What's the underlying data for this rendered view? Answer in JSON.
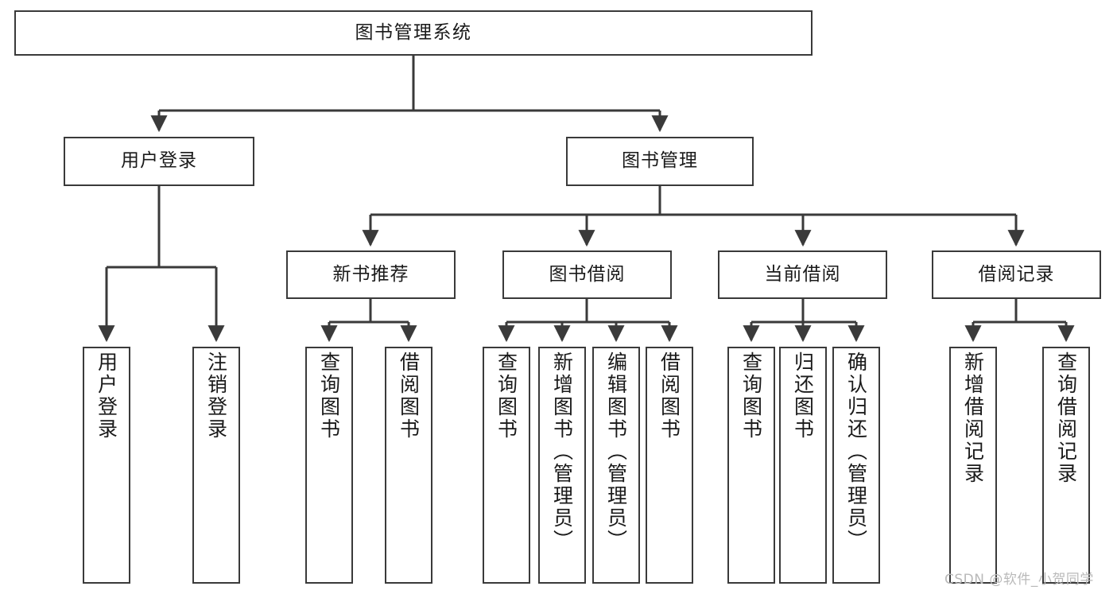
{
  "diagram": {
    "type": "tree-hierarchy",
    "root": {
      "id": "root",
      "label": "图书管理系统"
    },
    "level1": [
      {
        "id": "user-login",
        "label": "用户登录"
      },
      {
        "id": "book-management",
        "label": "图书管理"
      }
    ],
    "level2": [
      {
        "id": "new-book-recommend",
        "label": "新书推荐",
        "parent": "book-management"
      },
      {
        "id": "book-borrow",
        "label": "图书借阅",
        "parent": "book-management"
      },
      {
        "id": "current-borrow",
        "label": "当前借阅",
        "parent": "book-management"
      },
      {
        "id": "borrow-record",
        "label": "借阅记录",
        "parent": "book-management"
      }
    ],
    "leaves": {
      "user-login": [
        {
          "id": "leaf-user-login",
          "label": "用户登录"
        },
        {
          "id": "leaf-user-logout",
          "label": "注销登录"
        }
      ],
      "new-book-recommend": [
        {
          "id": "leaf-query-book-1",
          "label": "查询图书"
        },
        {
          "id": "leaf-borrow-book-1",
          "label": "借阅图书"
        }
      ],
      "book-borrow": [
        {
          "id": "leaf-query-book-2",
          "label": "查询图书"
        },
        {
          "id": "leaf-add-book",
          "label": "新增图书（管理员）"
        },
        {
          "id": "leaf-edit-book",
          "label": "编辑图书（管理员）"
        },
        {
          "id": "leaf-borrow-book-2",
          "label": "借阅图书"
        }
      ],
      "current-borrow": [
        {
          "id": "leaf-query-book-3",
          "label": "查询图书"
        },
        {
          "id": "leaf-return-book",
          "label": "归还图书"
        },
        {
          "id": "leaf-confirm-return",
          "label": "确认归还（管理员）"
        }
      ],
      "borrow-record": [
        {
          "id": "leaf-add-record",
          "label": "新增借阅记录"
        },
        {
          "id": "leaf-query-record",
          "label": "查询借阅记录"
        }
      ]
    }
  },
  "watermark": {
    "text": "CSDN @软件_小贺同学"
  },
  "colors": {
    "stroke": "#3a3a3a",
    "background": "#ffffff",
    "text": "#1a1a1a",
    "watermark": "#b9b9b9"
  }
}
